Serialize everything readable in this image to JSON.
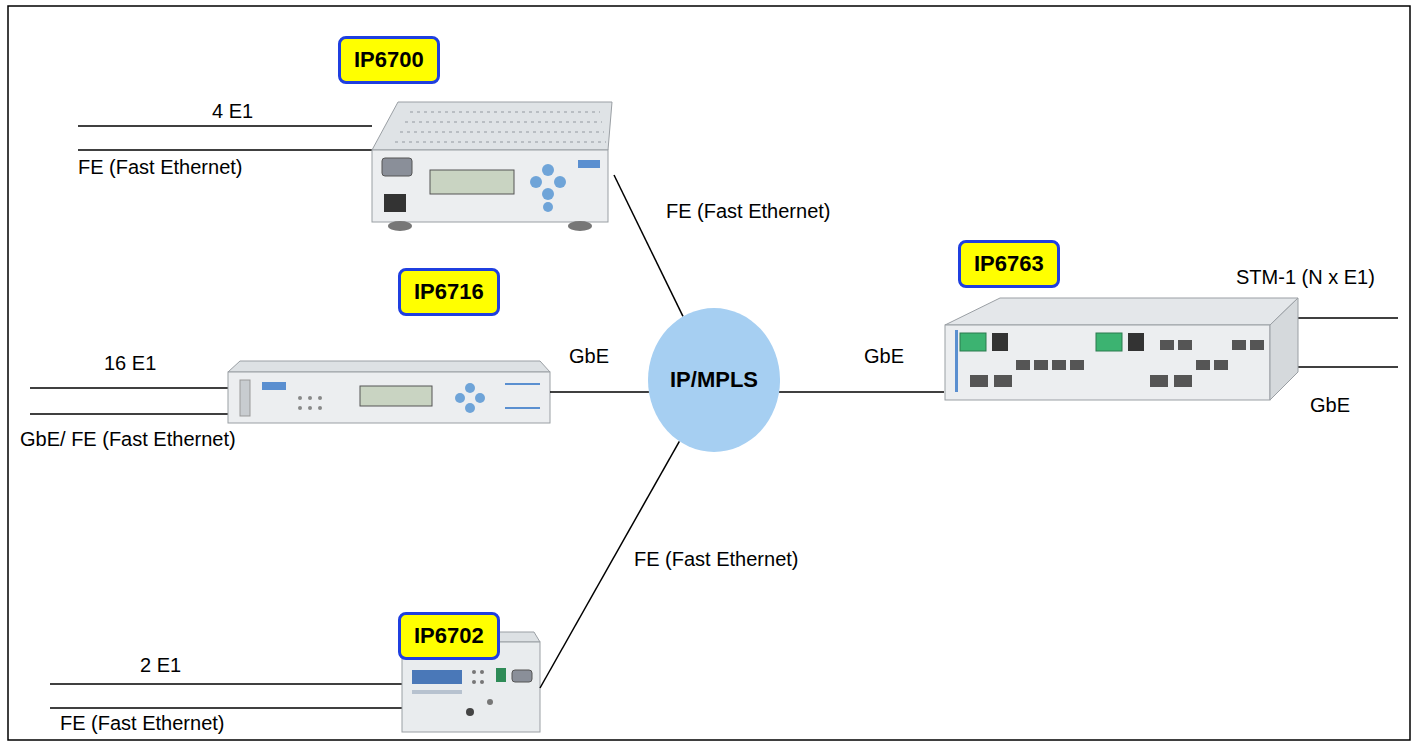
{
  "diagram": {
    "nodes": [
      {
        "text": [
          "IP6700"
        ]
      },
      {
        "text": [
          "IP6716"
        ]
      },
      {
        "text": [
          "IP/MPLS"
        ]
      },
      {
        "text": [
          "IP6763"
        ]
      },
      {
        "text": [
          "IP6702"
        ]
      }
    ],
    "edges": [
      {
        "from": 0,
        "to": 2,
        "label": "FE (Fast Ethernet)",
        "arrow": "none"
      },
      {
        "from": 1,
        "to": 2,
        "label": "GbE",
        "arrow": "none"
      },
      {
        "from": 2,
        "to": 3,
        "label": "GbE",
        "arrow": "none"
      },
      {
        "from": 4,
        "to": 2,
        "label": "FE (Fast Ethernet)",
        "arrow": "none"
      }
    ],
    "labels": [
      "4 E1",
      "FE (Fast Ethernet)",
      "16 E1",
      "GbE/ FE (Fast Ethernet)",
      "STM-1 (N x E1)",
      "GbE",
      "2 E1",
      "FE (Fast Ethernet)"
    ]
  }
}
